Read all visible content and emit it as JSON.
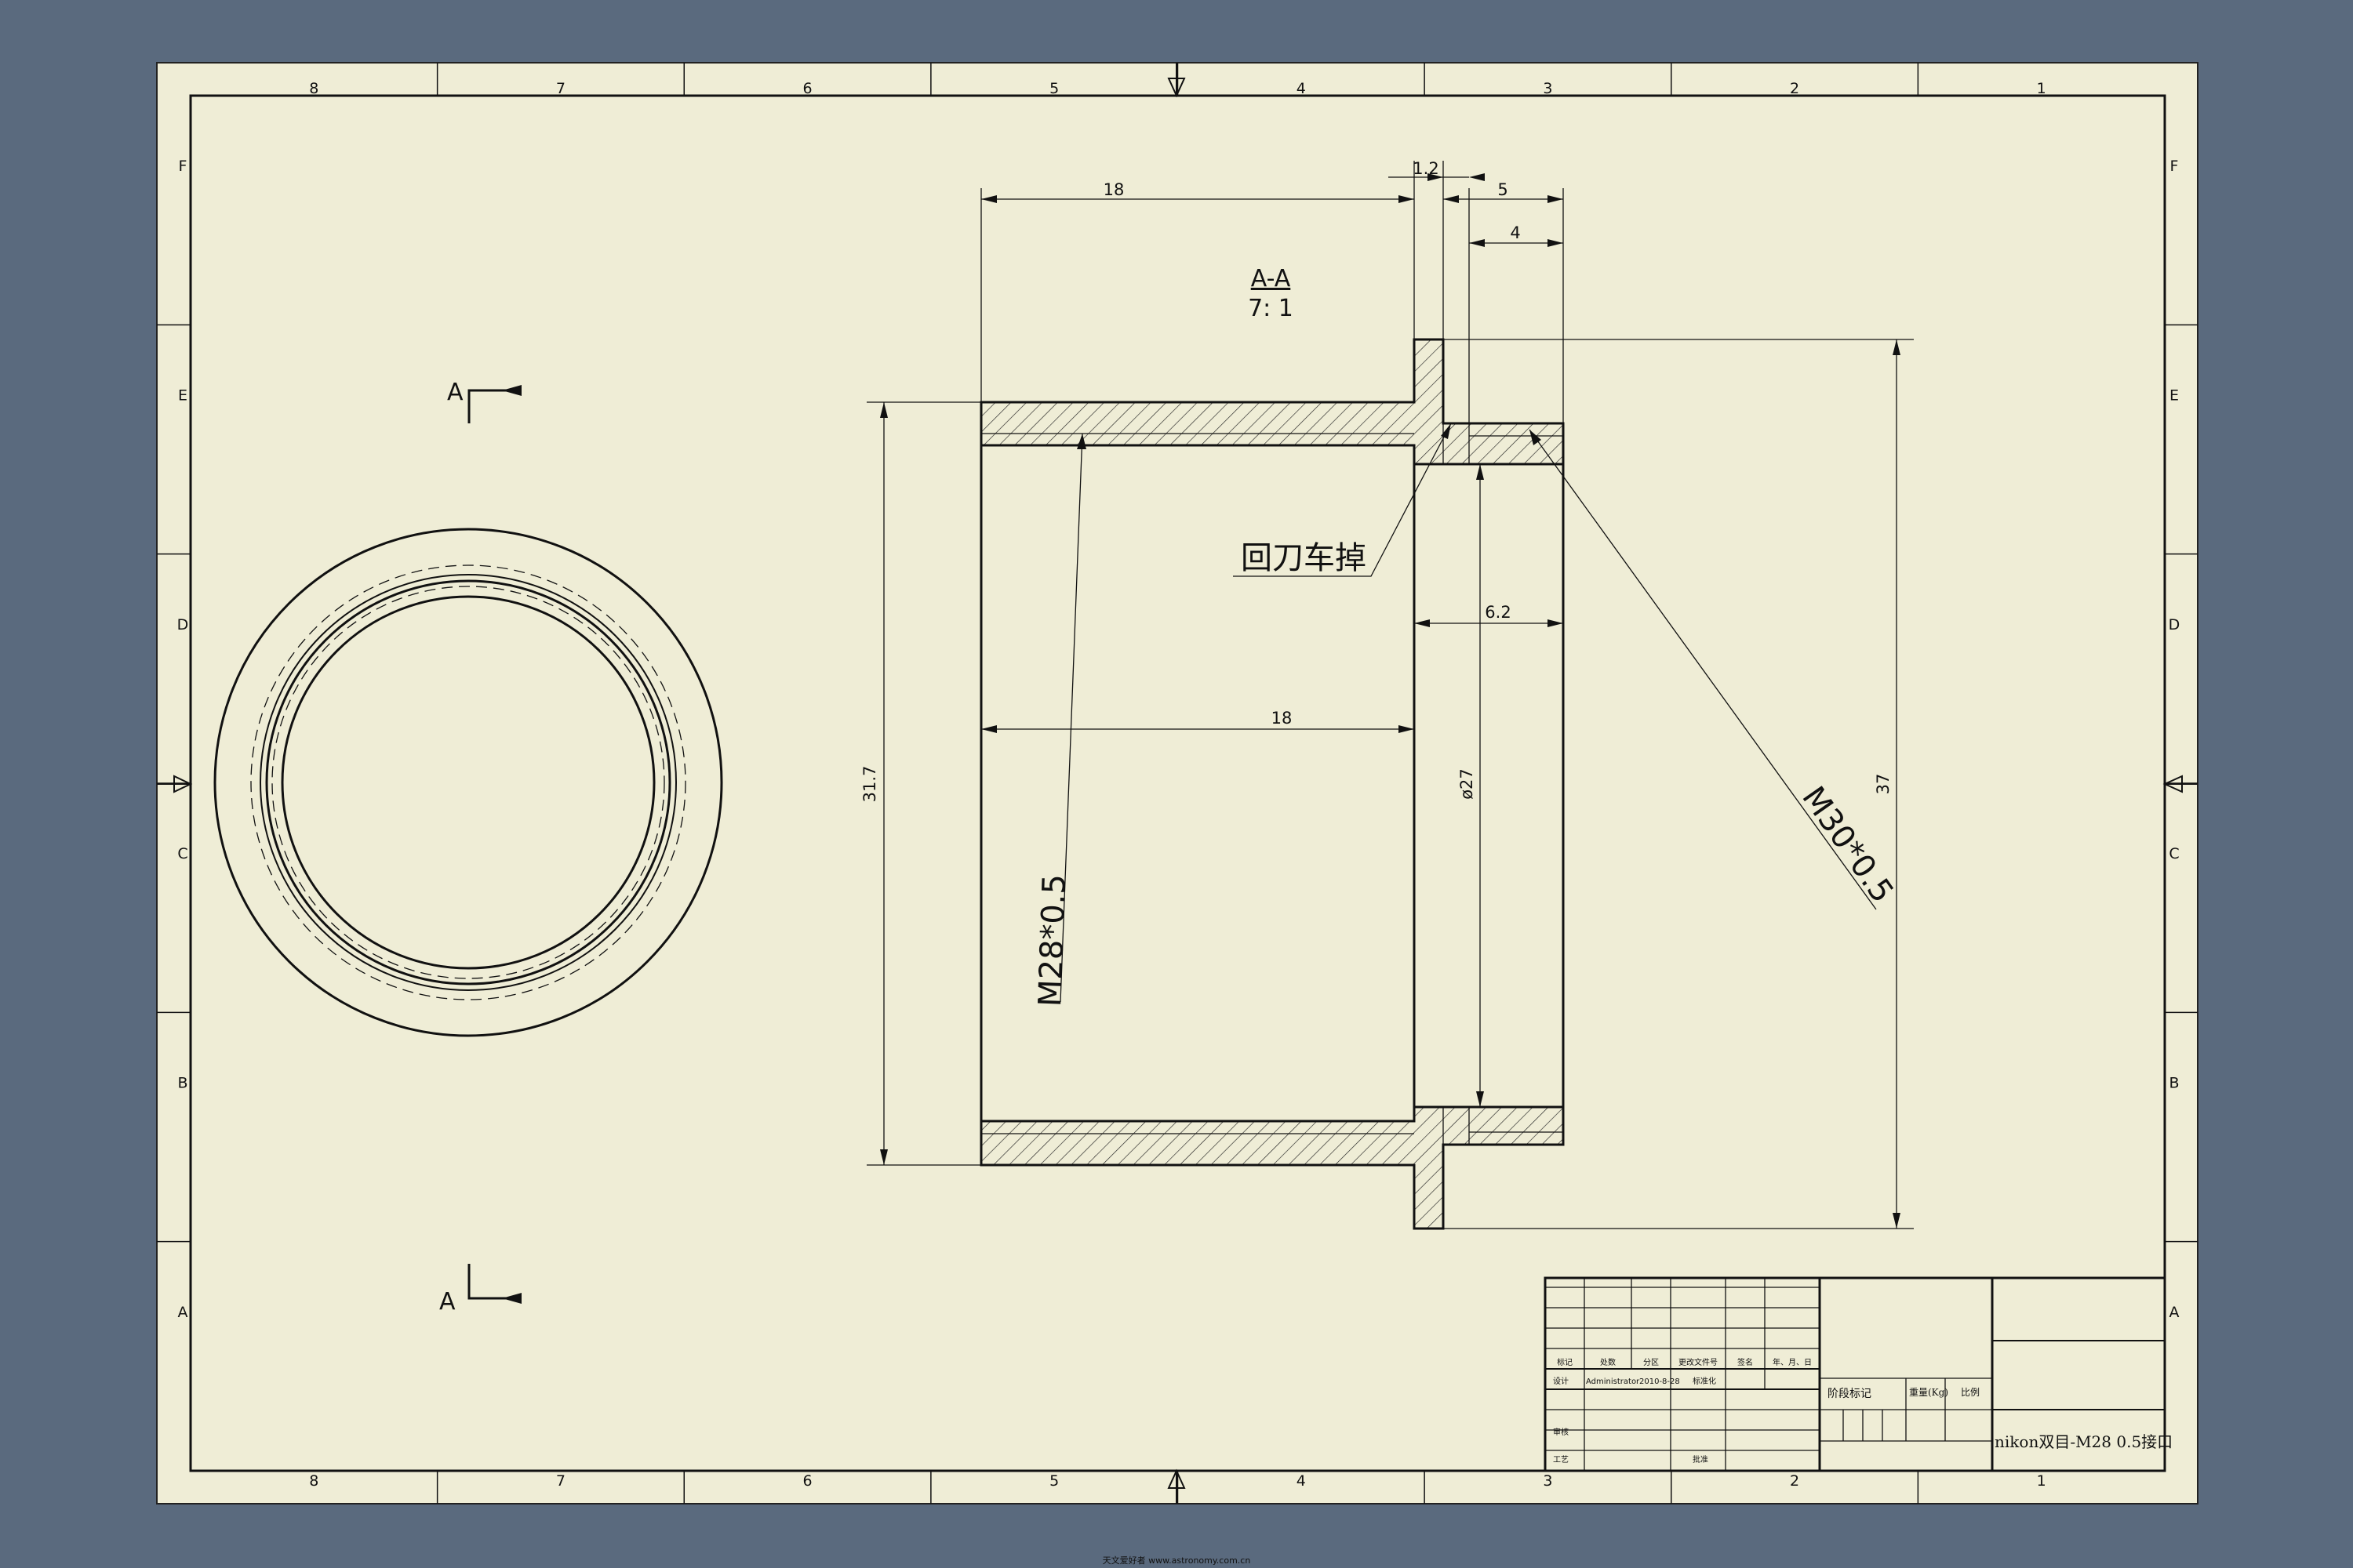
{
  "colors": {
    "background": "#5a6a7e",
    "sheet": "#efedd6",
    "line": "#111111"
  },
  "border": {
    "top_columns": [
      "8",
      "7",
      "6",
      "5",
      "4",
      "3",
      "2",
      "1"
    ],
    "rows": [
      "F",
      "E",
      "D",
      "C",
      "B",
      "A"
    ]
  },
  "section": {
    "title": "A-A",
    "scale": "7: 1"
  },
  "cut_marks": {
    "top_letter": "A",
    "bottom_letter": "A"
  },
  "dimensions": {
    "top_length": "18",
    "flange_width": "1.2",
    "right_length": "5",
    "inner_length": "4",
    "bore_length": "18",
    "step_length": "6.2",
    "outer_diameter": "31.7",
    "bore_diameter": "ø27",
    "flange_diameter": "37"
  },
  "notes": {
    "undercut": "回刀车掉",
    "thread_left": "M28*0.5",
    "thread_right": "M30*0.5"
  },
  "title_block": {
    "row_labels": [
      "标记",
      "处数",
      "分区",
      "更改文件号",
      "签名",
      "年、月、日"
    ],
    "designer_label": "设计",
    "designer": "Administrator",
    "date": "2010-8-28",
    "standard_label": "标准化",
    "review_label": "审核",
    "process_label": "工艺",
    "approve_label": "批准",
    "stage_label": "阶段标记",
    "weight_label": "重量(Kg)",
    "scale_label": "比例",
    "drawing_name": "nikon双目-M28 0.5接口"
  },
  "footer": "天文爱好者 www.astronomy.com.cn"
}
